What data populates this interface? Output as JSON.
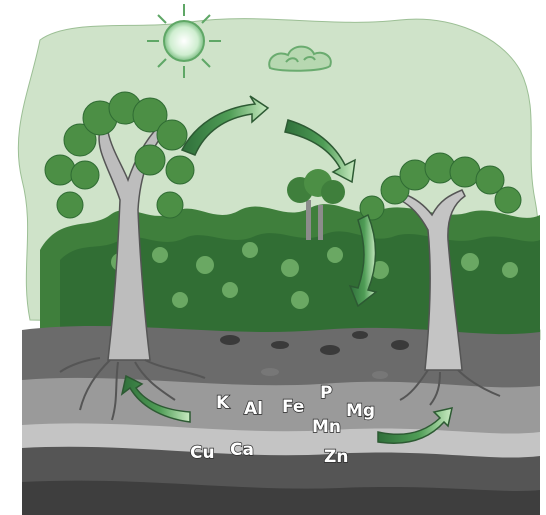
{
  "diagram": {
    "elements": [
      "K",
      "Cu",
      "Ca",
      "Al",
      "Fe",
      "P",
      "Mn",
      "Mg",
      "Zn"
    ],
    "colors": {
      "sky": "#cfe3c9",
      "arrow": "#3f8a4a",
      "arrow_light": "#bfe3b8",
      "canopy": "#4c8f45",
      "canopy_dark": "#2f6b33",
      "trunk": "#bdbdbd",
      "soil_top": "#6b6b6b",
      "soil_mid": "#9a9a9a",
      "soil_band": "#555555",
      "soil_deep": "#3e3e3e"
    },
    "icons": [
      "sun-icon",
      "cloud-icon",
      "cycle-arrow-icon"
    ]
  }
}
